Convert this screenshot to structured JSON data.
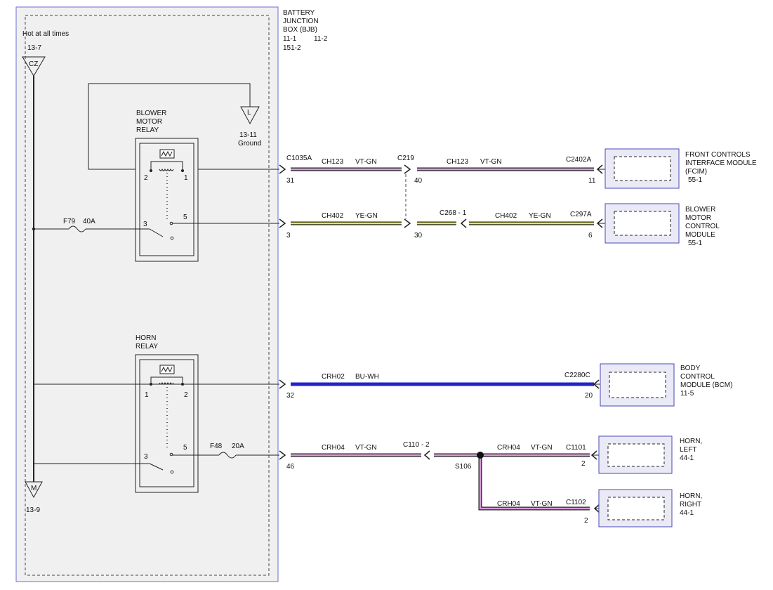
{
  "colors": {
    "vt_gn": "#d59ad8",
    "ye_gn": "#eaea3a",
    "bu_wh": "#2222cc"
  },
  "bjb": {
    "l1": "BATTERY",
    "l2": "JUNCTION",
    "l3": "BOX (BJB)",
    "r1a": "11-1",
    "r1b": "11-2",
    "r2": "151-2"
  },
  "power": {
    "hot": "Hot at all times",
    "ref_top": "13-7",
    "cz": "CZ",
    "m": "M",
    "ref_bottom": "13-9"
  },
  "ground": {
    "l": "L",
    "ref": "13-11",
    "label": "Ground"
  },
  "blower_relay": {
    "t1": "BLOWER",
    "t2": "MOTOR",
    "t3": "RELAY",
    "p2": "2",
    "p1": "1",
    "p3": "3",
    "p5": "5"
  },
  "horn_relay": {
    "t1": "HORN",
    "t2": "RELAY",
    "p1": "1",
    "p2": "2",
    "p3": "3",
    "p5": "5"
  },
  "fuses": {
    "f79": "F79",
    "f79_a": "40A",
    "f48": "F48",
    "f48_a": "20A"
  },
  "circuits": {
    "ch123": {
      "name": "CH123",
      "color": "VT-GN"
    },
    "ch402": {
      "name": "CH402",
      "color": "YE-GN"
    },
    "crh02": {
      "name": "CRH02",
      "color": "BU-WH"
    },
    "crh04": {
      "name": "CRH04",
      "color": "VT-GN"
    }
  },
  "connectors": {
    "c1035a": "C1035A",
    "c219": "C219",
    "c2402a": "C2402A",
    "c268": "C268 - 1",
    "c297a": "C297A",
    "c2280c": "C2280C",
    "c110": "C110 - 2",
    "s106": "S106",
    "c1101": "C1101",
    "c1102": "C1102"
  },
  "pins": {
    "p31": "31",
    "p40": "40",
    "p11": "11",
    "p3": "3",
    "p30": "30",
    "p6": "6",
    "p32": "32",
    "p20": "20",
    "p46": "46",
    "p2a": "2",
    "p2b": "2"
  },
  "modules": {
    "fcim": {
      "l1": "FRONT CONTROLS",
      "l2": "INTERFACE MODULE",
      "l3": "(FCIM)",
      "ref": "55-1"
    },
    "bmcm": {
      "l1": "BLOWER",
      "l2": "MOTOR",
      "l3": "CONTROL",
      "l4": "MODULE",
      "ref": "55-1"
    },
    "bcm": {
      "l1": "BODY",
      "l2": "CONTROL",
      "l3": "MODULE (BCM)",
      "ref": "11-5"
    },
    "horn_left": {
      "l1": "HORN,",
      "l2": "LEFT",
      "ref": "44-1"
    },
    "horn_right": {
      "l1": "HORN,",
      "l2": "RIGHT",
      "ref": "44-1"
    }
  }
}
